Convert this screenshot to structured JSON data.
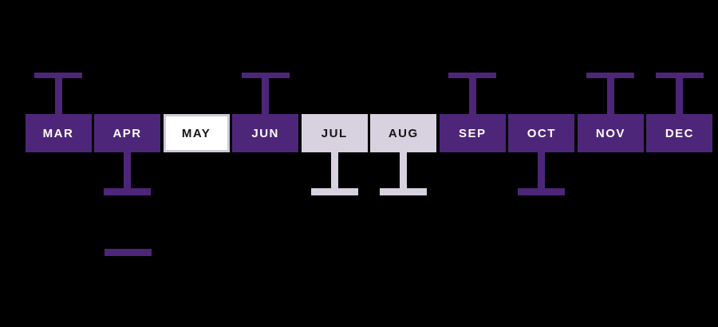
{
  "colors": {
    "background": "#000000",
    "purple": "#4e2679",
    "lavender": "#d7d1e0",
    "white": "#ffffff",
    "white_box_border": "#cfc8da",
    "label_on_purple": "#ffffff",
    "label_on_light": "#141414"
  },
  "timeline": {
    "months": [
      {
        "label": "MAR",
        "fill": "purple",
        "marker": "above",
        "marker_color": "purple"
      },
      {
        "label": "APR",
        "fill": "purple",
        "marker": "below",
        "marker_color": "purple"
      },
      {
        "label": "MAY",
        "fill": "white",
        "marker": "none",
        "marker_color": null
      },
      {
        "label": "JUN",
        "fill": "purple",
        "marker": "above",
        "marker_color": "purple"
      },
      {
        "label": "JUL",
        "fill": "lavender",
        "marker": "below",
        "marker_color": "lavender"
      },
      {
        "label": "AUG",
        "fill": "lavender",
        "marker": "below",
        "marker_color": "lavender"
      },
      {
        "label": "SEP",
        "fill": "purple",
        "marker": "above",
        "marker_color": "purple"
      },
      {
        "label": "OCT",
        "fill": "purple",
        "marker": "below",
        "marker_color": "purple"
      },
      {
        "label": "NOV",
        "fill": "purple",
        "marker": "above",
        "marker_color": "purple"
      },
      {
        "label": "DEC",
        "fill": "purple",
        "marker": "above",
        "marker_color": "purple"
      }
    ],
    "legend_dash_color": "purple"
  }
}
